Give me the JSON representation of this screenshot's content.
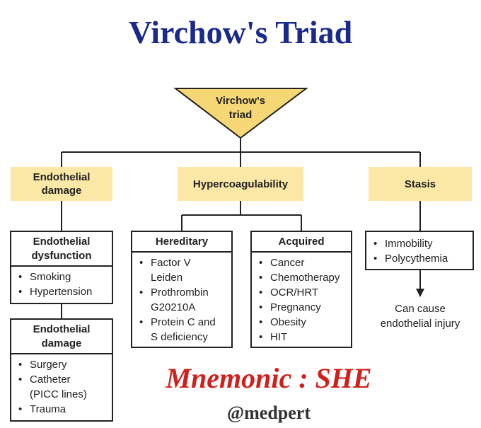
{
  "title": "Virchow's Triad",
  "triangle": {
    "line1": "Virchow's",
    "line2": "triad"
  },
  "categories": {
    "endothelial": {
      "line1": "Endothelial",
      "line2": "damage"
    },
    "hypercoag": "Hypercoagulability",
    "stasis": "Stasis"
  },
  "boxes": {
    "dysfunction": {
      "line1": "Endothelial",
      "line2": "dysfunction",
      "items": [
        "Smoking",
        "Hypertension"
      ]
    },
    "damage": {
      "line1": "Endothelial",
      "line2": "damage",
      "items": [
        "Surgery",
        "Catheter",
        "(PICC lines)",
        "Trauma"
      ]
    },
    "hereditary": {
      "title": "Hereditary",
      "items": [
        "Factor V",
        "Leiden",
        "Prothrombin",
        "G20210A",
        "Protein C and",
        "S deficiency"
      ]
    },
    "acquired": {
      "title": "Acquired",
      "items": [
        "Cancer",
        "Chemotherapy",
        "OCR/HRT",
        "Pregnancy",
        "Obesity",
        "HIT"
      ]
    }
  },
  "stasis_items": [
    "Immobility",
    "Polycythemia"
  ],
  "stasis_note": {
    "line1": "Can cause",
    "line2": "endothelial injury"
  },
  "triangle_fill": "#f6d775",
  "category_fill": "#fbe7a6",
  "title_color": "#1a2a8c",
  "mnemonic": "Mnemonic : SHE",
  "mnemonic_color": "#d0201c",
  "handle": "@medpert"
}
